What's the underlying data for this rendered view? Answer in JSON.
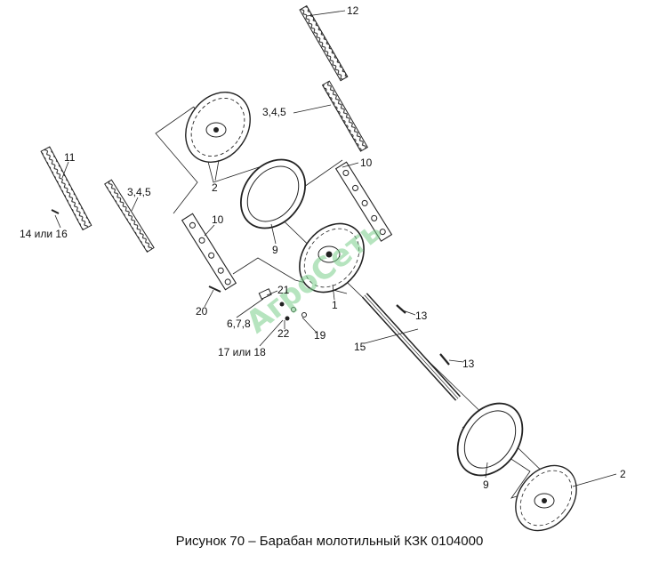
{
  "caption": "Рисунок 70 – Барабан молотильный КЗК 0104000",
  "watermark": "АгроСеть",
  "labels": {
    "l12": "12",
    "l345_top": "3,4,5",
    "l10_right": "10",
    "l2_top": "2",
    "l11": "11",
    "l345_left": "3,4,5",
    "l14_16": "14 или 16",
    "l10_left": "10",
    "l9_top": "9",
    "l1": "1",
    "l21": "21",
    "l20": "20",
    "l678": "6,7,8",
    "l22": "22",
    "l19": "19",
    "l13_a": "13",
    "l15": "15",
    "l17_18": "17 или 18",
    "l13_b": "13",
    "l2_bottom": "2",
    "l9_bottom": "9"
  },
  "colors": {
    "line": "#222222",
    "watermark": "#7ccf8c"
  }
}
